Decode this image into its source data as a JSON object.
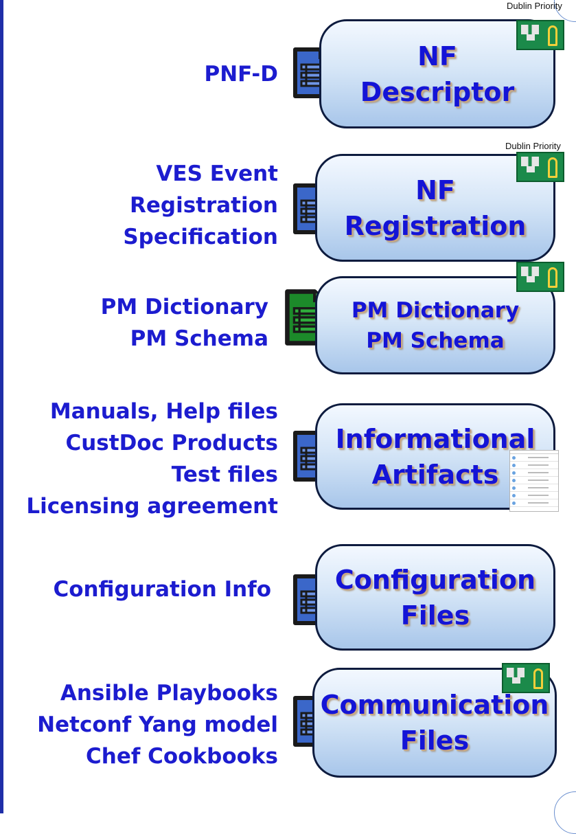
{
  "rows": [
    {
      "id": "nf-descriptor",
      "labels": [
        "PNF-D"
      ],
      "box_lines": [
        "NF",
        "Descriptor"
      ],
      "icon": "document-icon",
      "icon_color": "#3b67c9",
      "priority_text": "Dublin Priority",
      "flag_icon": "irish-flag-icon"
    },
    {
      "id": "nf-registration",
      "labels": [
        "VES Event",
        "Registration",
        "Specification"
      ],
      "box_lines": [
        "NF",
        "Registration"
      ],
      "icon": "document-icon",
      "icon_color": "#3b67c9",
      "priority_text": "Dublin Priority",
      "flag_icon": "irish-flag-icon"
    },
    {
      "id": "pm-dictionary",
      "labels": [
        "PM Dictionary",
        "PM Schema"
      ],
      "box_lines": [
        "PM Dictionary",
        "PM Schema"
      ],
      "icon": "document-icon",
      "icon_color": "#1c8a2a",
      "flag_icon": "irish-flag-icon"
    },
    {
      "id": "informational-artifacts",
      "labels": [
        "Manuals, Help files",
        "CustDoc Products",
        "Test files",
        "Licensing agreement"
      ],
      "box_lines": [
        "Informational",
        "Artifacts"
      ],
      "icon": "document-icon",
      "icon_color": "#3b67c9"
    },
    {
      "id": "configuration-files",
      "labels": [
        "Configuration Info"
      ],
      "box_lines": [
        "Configuration",
        "Files"
      ],
      "icon": "document-icon",
      "icon_color": "#3b67c9"
    },
    {
      "id": "communication-files",
      "labels": [
        "Ansible Playbooks",
        "Netconf Yang model",
        "Chef Cookbooks"
      ],
      "box_lines": [
        "Communication",
        "Files"
      ],
      "icon": "document-icon",
      "icon_color": "#3b67c9",
      "flag_icon": "irish-flag-icon"
    }
  ],
  "colors": {
    "label_text": "#1c1ccf",
    "box_text": "#1414d6",
    "box_border": "#0d1b3e",
    "frame": "#1f2ea8"
  }
}
